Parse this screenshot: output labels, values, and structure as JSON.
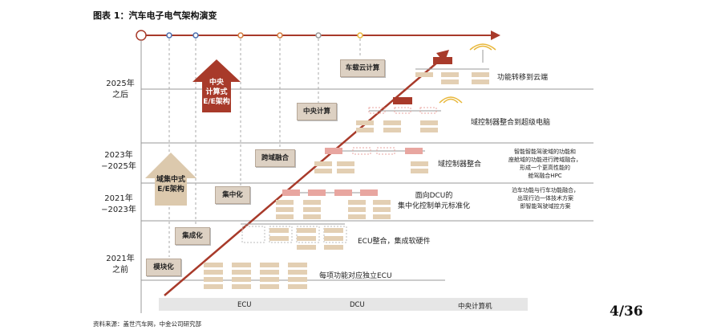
{
  "title": "图表 1：汽车电子电气架构演变",
  "years": [
    "2025年\n之后",
    "2023年\n−2025年",
    "2021年\n−2023年",
    "2021年\n之前"
  ],
  "arrows": {
    "top_label": "中央\n计算式\nE/E架构",
    "bottom_label": "域集中式\nE/E架构"
  },
  "stages": [
    "模块化",
    "集成化",
    "集中化",
    "跨域融合",
    "中央计算",
    "车载云计算"
  ],
  "descriptions": [
    "每项功能对应独立ECU",
    "ECU整合，集成软硬件",
    "面向DCU的\n集中化控制单元标准化",
    "域控制器整合",
    "域控制器整合到超级电脑",
    "功能转移到云端"
  ],
  "notes": [
    "智能智能驾驶域的功能和\n座舱域的功能进行跨域融合，\n形成一个更高性能的\n舱驾融合HPC",
    "泊车功能与行车功能融合，\n出现行泊一体技术方案\n即智能驾驶域控方案"
  ],
  "legend": [
    "ECU",
    "DCU",
    "中央计算机"
  ],
  "colors": {
    "ecu": "#e3cfb3",
    "dcu": "#e8a6a0",
    "central": "#a83a2a",
    "timeline": "#a83a2a",
    "arrow_up": "#a83a2a",
    "arrow_tan": "#dcc9ad"
  },
  "source": "资料来源：盖世汽车网，中金公司研究部",
  "page": "4/36"
}
